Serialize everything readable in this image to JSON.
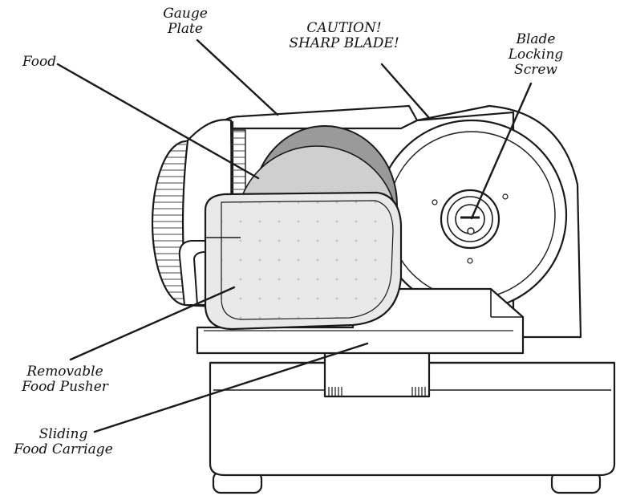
{
  "labels": {
    "gauge_plate": [
      "Gauge",
      "Plate"
    ],
    "caution": [
      "CAUTION!",
      "SHARP BLADE!"
    ],
    "blade_screw": [
      "Blade",
      "Locking",
      "Screw"
    ],
    "food": [
      "Food"
    ],
    "pusher": [
      "Removable",
      "Food Pusher"
    ],
    "carriage": [
      "Sliding",
      "Food Carriage"
    ]
  },
  "colors": {
    "stroke": "#1a1a1a",
    "food_dark": "#9a9a9a",
    "food_light": "#cfcfcf",
    "pusher_fill": "#e6e6e6",
    "body_fill": "#ffffff"
  }
}
